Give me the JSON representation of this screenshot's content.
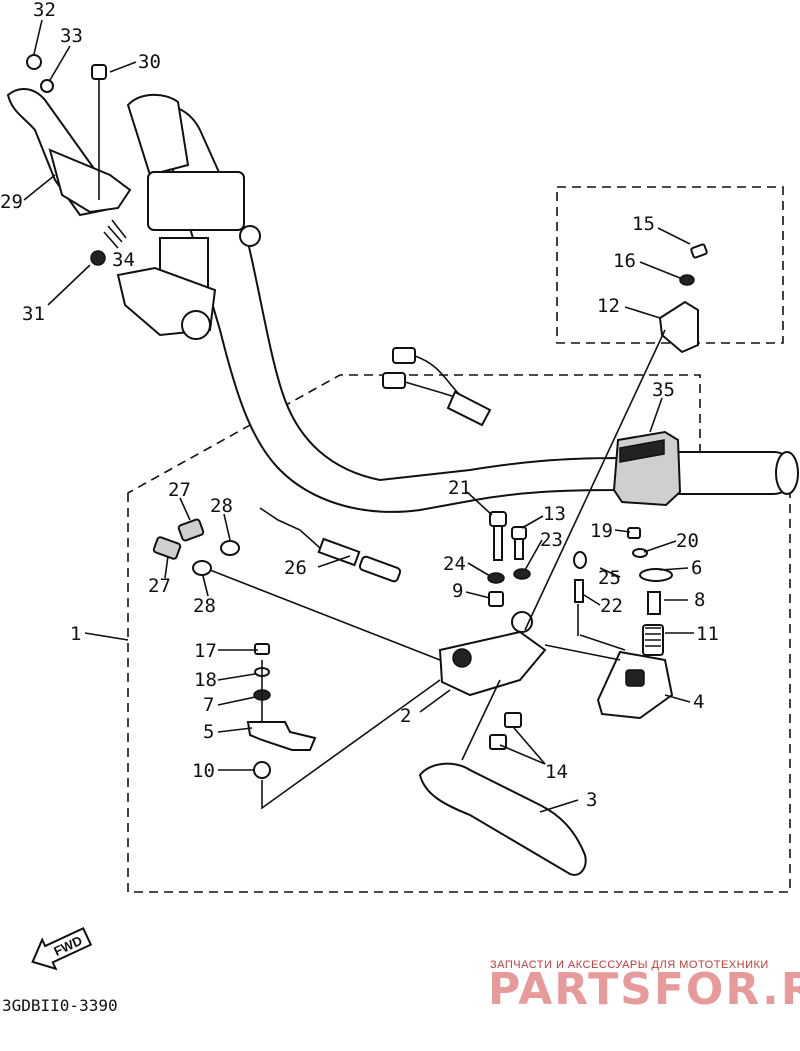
{
  "callouts": {
    "c1": "1",
    "c2": "2",
    "c3": "3",
    "c4": "4",
    "c5": "5",
    "c6": "6",
    "c7": "7",
    "c8": "8",
    "c9": "9",
    "c10": "10",
    "c11": "11",
    "c12": "12",
    "c13": "13",
    "c14": "14",
    "c15": "15",
    "c16": "16",
    "c17": "17",
    "c18": "18",
    "c19": "19",
    "c20": "20",
    "c21": "21",
    "c22": "22",
    "c23": "23",
    "c24": "24",
    "c25": "25",
    "c26": "26",
    "c27a": "27",
    "c27b": "27",
    "c28a": "28",
    "c28b": "28",
    "c29": "29",
    "c30": "30",
    "c31": "31",
    "c32": "32",
    "c33": "33",
    "c34": "34",
    "c35": "35"
  },
  "fwd_label": "FWD",
  "doc_code": "3GDBII0-3390",
  "watermark": {
    "tagline": "ЗАПЧАСТИ И АКСЕССУАРЫ ДЛЯ МОТОТЕХНИКИ",
    "brand": "PARTSFOR.RU",
    "color": "#e79a9a"
  }
}
